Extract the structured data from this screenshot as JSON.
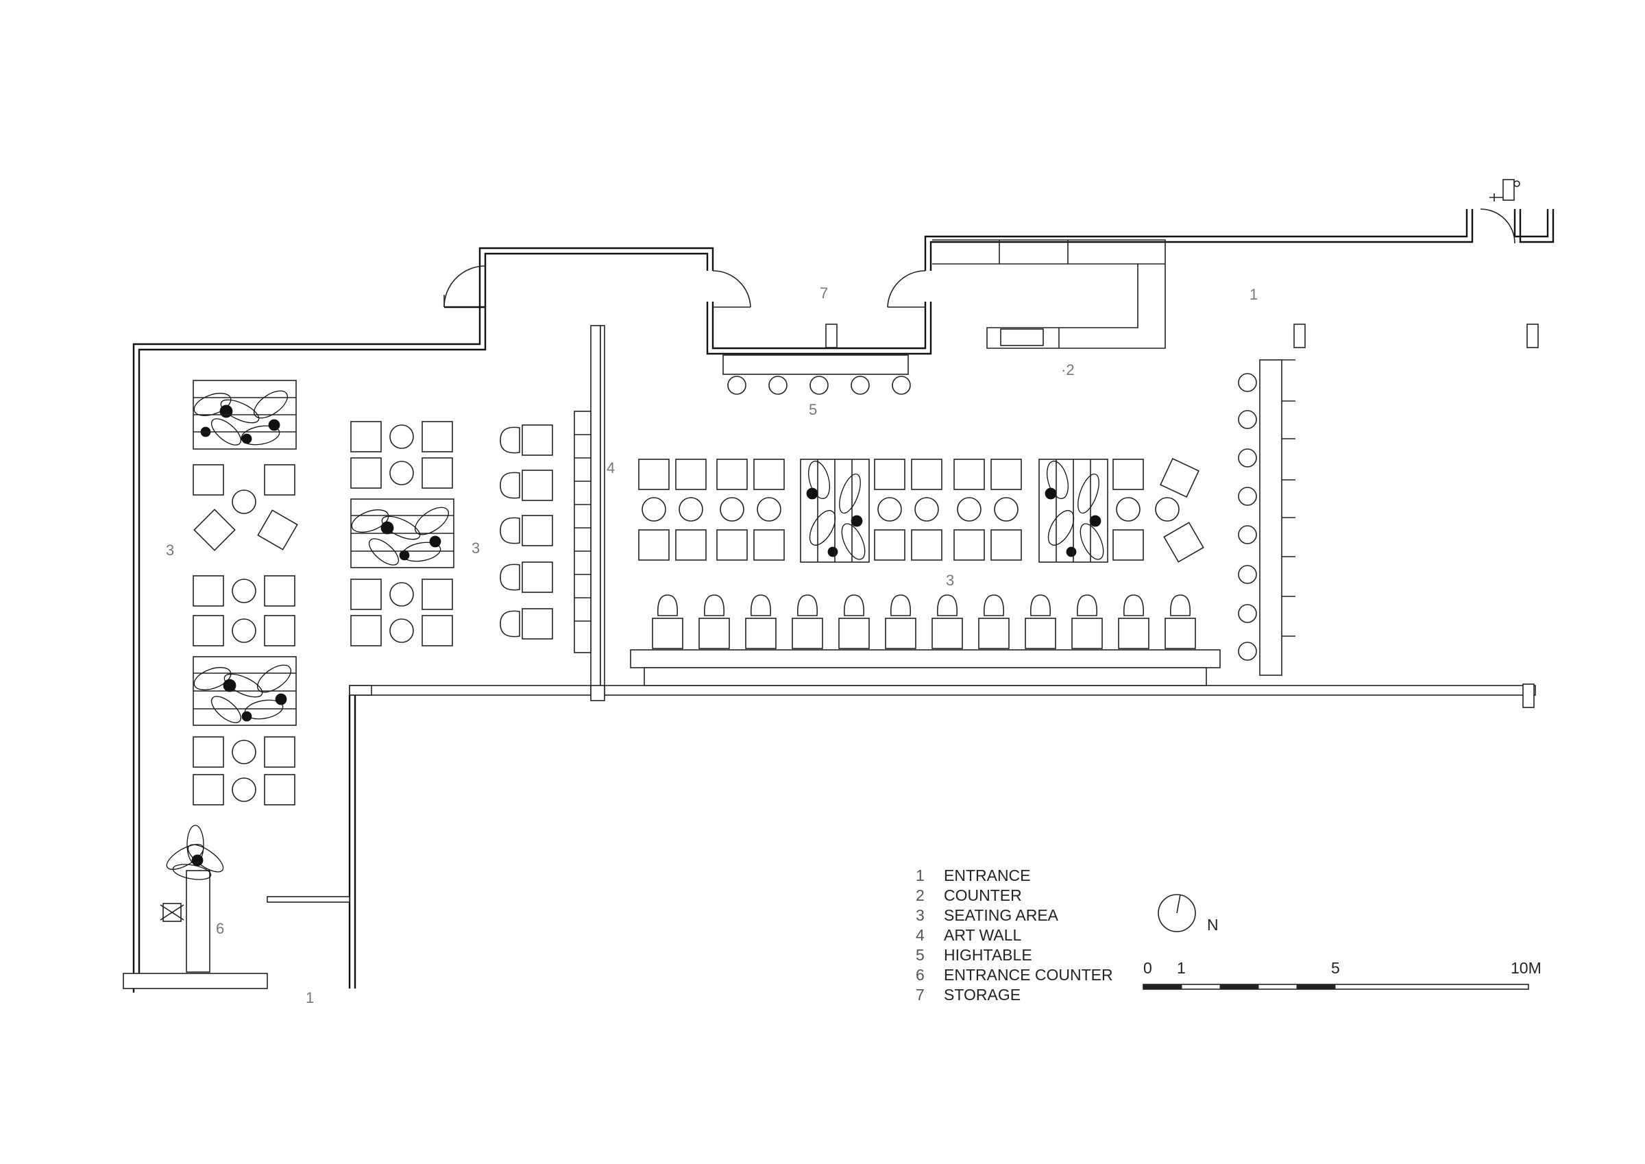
{
  "legend": [
    {
      "num": "1",
      "label": "ENTRANCE"
    },
    {
      "num": "2",
      "label": "COUNTER"
    },
    {
      "num": "3",
      "label": "SEATING AREA"
    },
    {
      "num": "4",
      "label": "ART WALL"
    },
    {
      "num": "5",
      "label": "HIGHTABLE"
    },
    {
      "num": "6",
      "label": "ENTRANCE COUNTER"
    },
    {
      "num": "7",
      "label": "STORAGE"
    }
  ],
  "plan_labels": {
    "entrance_east": "1",
    "entrance_south": "1",
    "counter": "·2",
    "seating_west": "3",
    "seating_mid": "3",
    "seating_main": "3",
    "art_wall": "4",
    "hightable": "5",
    "entrance_counter": "6",
    "storage": "7"
  },
  "north": {
    "label": "N"
  },
  "scale_bar": {
    "ticks": [
      "0",
      "1",
      "5",
      "10M"
    ]
  }
}
